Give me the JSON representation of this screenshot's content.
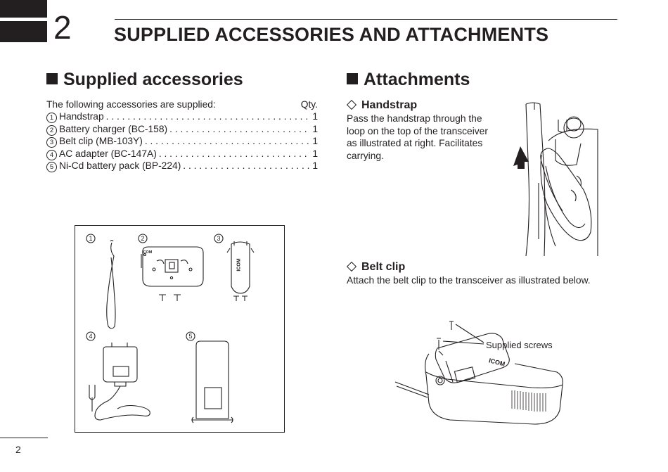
{
  "header": {
    "chapter_number": "2",
    "chapter_title": "SUPPLIED ACCESSORIES AND ATTACHMENTS"
  },
  "supplied": {
    "heading": "Supplied accessories",
    "intro": "The following accessories are supplied:",
    "qty_label": "Qty.",
    "items": [
      {
        "num": "1",
        "label": "Handstrap",
        "qty": "1"
      },
      {
        "num": "2",
        "label": "Battery charger (BC-158)",
        "qty": "1"
      },
      {
        "num": "3",
        "label": "Belt clip (MB-103Y)",
        "qty": "1"
      },
      {
        "num": "4",
        "label": "AC adapter (BC-147A)",
        "qty": "1"
      },
      {
        "num": "5",
        "label": "Ni-Cd battery pack (BP-224)",
        "qty": "1"
      }
    ],
    "figure_labels": [
      "1",
      "2",
      "3",
      "4",
      "5"
    ],
    "charger_brand": "ICOM",
    "clip_brand": "ICOM"
  },
  "attachments": {
    "heading": "Attachments",
    "handstrap": {
      "title": "Handstrap",
      "lines": [
        "Pass the handstrap through the",
        "loop on the top of the transceiver",
        "as illustrated at right. Facilitates",
        "carrying."
      ]
    },
    "beltclip": {
      "title": "Belt clip",
      "text": "Attach the belt clip to the transceiver as illustrated below.",
      "callout": "Supplied screws",
      "clip_brand": "ICOM"
    }
  },
  "footer": {
    "page_number": "2"
  },
  "colors": {
    "ink": "#231f20",
    "paper": "#ffffff"
  }
}
